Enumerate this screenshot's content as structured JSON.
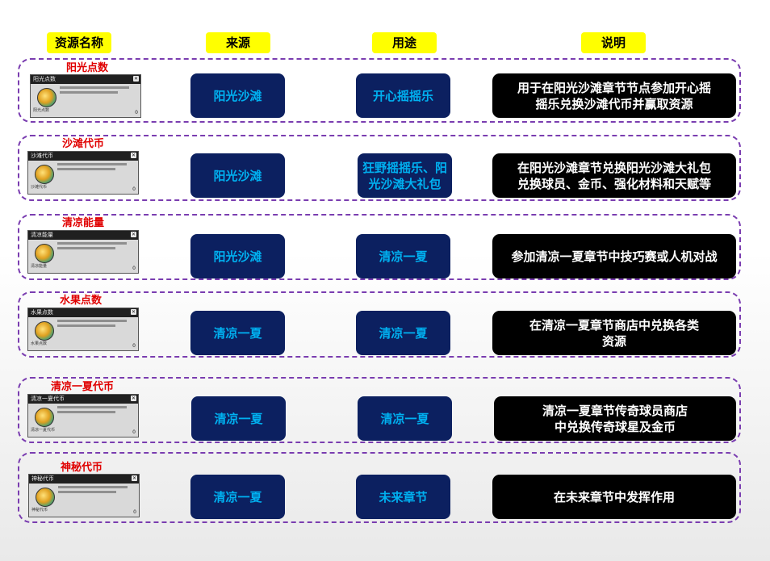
{
  "headers": {
    "name": "资源名称",
    "source": "来源",
    "use": "用途",
    "desc": "说明"
  },
  "rows": [
    {
      "name": "阳光点数",
      "card_title": "阳光点数",
      "coin_label": "阳光点数",
      "source": "阳光沙滩",
      "use": "开心摇摇乐",
      "desc_lines": [
        "用于在阳光沙滩章节节点参加开心摇",
        "摇乐兑换沙滩代币并赢取资源"
      ],
      "count": "0"
    },
    {
      "name": "沙滩代币",
      "card_title": "沙滩代币",
      "coin_label": "沙滩代币",
      "source": "阳光沙滩",
      "use_lines": [
        "狂野摇摇乐、阳",
        "光沙滩大礼包"
      ],
      "desc_lines": [
        "在阳光沙滩章节兑换阳光沙滩大礼包",
        "兑换球员、金币、强化材料和天赋等"
      ],
      "count": "0"
    },
    {
      "name": "清凉能量",
      "card_title": "清凉能量",
      "coin_label": "清凉能量",
      "source": "阳光沙滩",
      "use": "清凉一夏",
      "desc_lines": [
        "参加清凉一夏章节中技巧赛或人机对战"
      ],
      "count": "0"
    },
    {
      "name": "水果点数",
      "card_title": "水果点数",
      "coin_label": "水果点数",
      "source": "清凉一夏",
      "use": "清凉一夏",
      "desc_lines": [
        "在清凉一夏章节商店中兑换各类",
        "资源"
      ],
      "count": "0"
    },
    {
      "name": "清凉一夏代币",
      "card_title": "清凉一夏代币",
      "coin_label": "清凉一夏代币",
      "source": "清凉一夏",
      "use": "清凉一夏",
      "desc_lines": [
        "清凉一夏章节传奇球员商店",
        "中兑换传奇球星及金币"
      ],
      "count": "0"
    },
    {
      "name": "神秘代币",
      "card_title": "神秘代币",
      "coin_label": "神秘代币",
      "source": "清凉一夏",
      "use": "未来章节",
      "desc_lines": [
        "在未来章节中发挥作用"
      ],
      "count": "0"
    }
  ],
  "colors": {
    "header_bg": "#ffff00",
    "name_text": "#e00000",
    "box_bg": "#0c2060",
    "box_text": "#00b0f0",
    "desc_bg": "#000000",
    "border": "#7a3db0"
  }
}
